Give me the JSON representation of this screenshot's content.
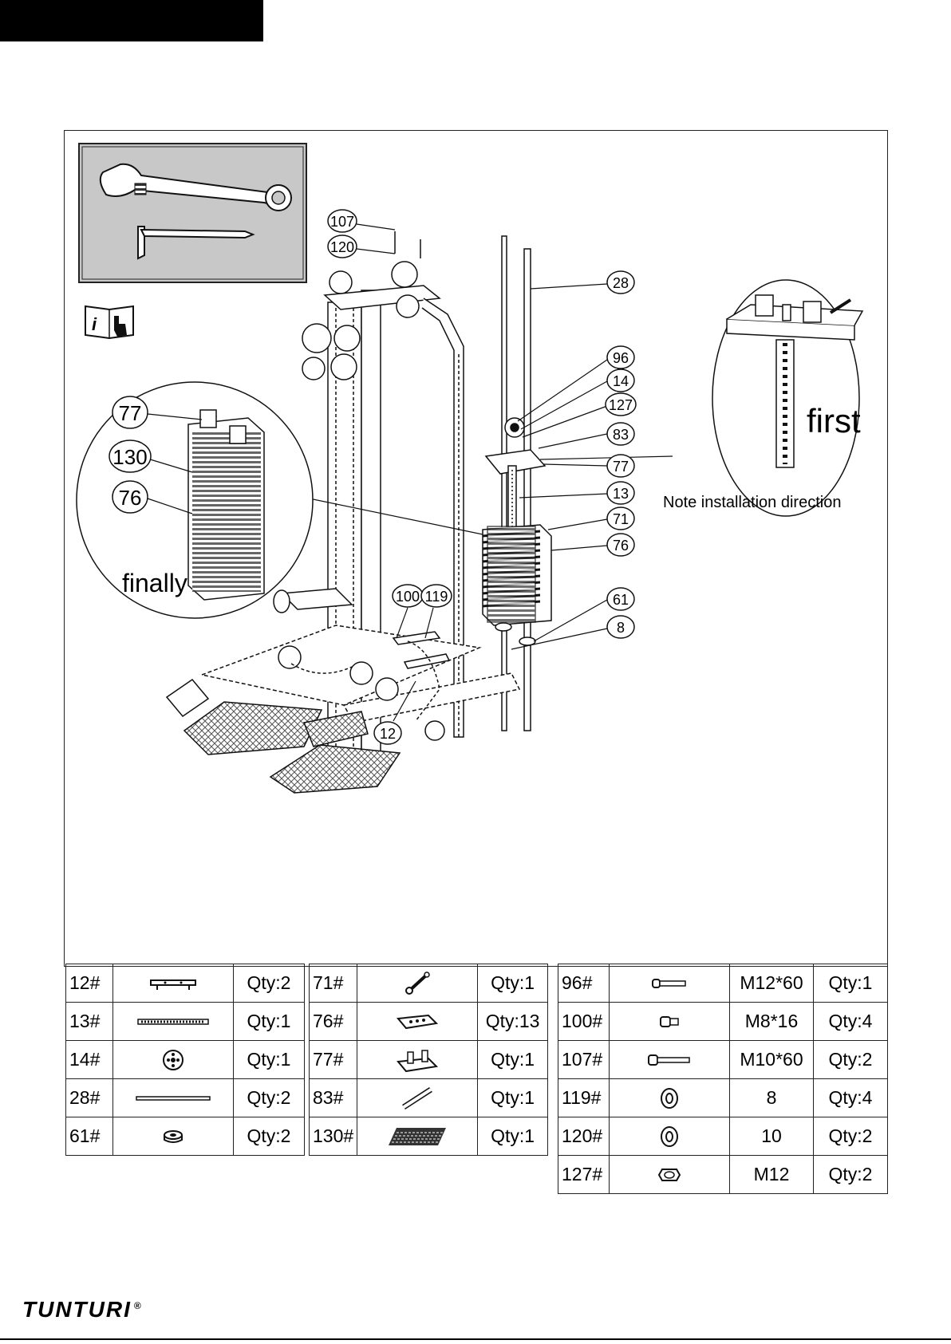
{
  "diagram": {
    "callouts": [
      "107",
      "120",
      "28",
      "96",
      "14",
      "127",
      "83",
      "77",
      "13",
      "71",
      "76",
      "61",
      "8",
      "100",
      "119",
      "12"
    ],
    "inset_left": {
      "callouts": [
        "77",
        "130",
        "76"
      ],
      "caption": "finally"
    },
    "inset_right": {
      "caption": "first"
    },
    "note": "Note installation direction"
  },
  "tables": {
    "left": [
      {
        "code": "12#",
        "icon": "bracket-icon",
        "qty": "Qty:2"
      },
      {
        "code": "13#",
        "icon": "selector-rod-icon",
        "qty": "Qty:1"
      },
      {
        "code": "14#",
        "icon": "pulley-icon",
        "qty": "Qty:1"
      },
      {
        "code": "28#",
        "icon": "guide-rod-icon",
        "qty": "Qty:2"
      },
      {
        "code": "61#",
        "icon": "rubber-bumper-icon",
        "qty": "Qty:2"
      }
    ],
    "middle": [
      {
        "code": "71#",
        "icon": "weight-pin-icon",
        "qty": "Qty:1"
      },
      {
        "code": "76#",
        "icon": "weight-plate-icon",
        "qty": "Qty:13"
      },
      {
        "code": "77#",
        "icon": "top-plate-icon",
        "qty": "Qty:1"
      },
      {
        "code": "83#",
        "icon": "pin-icon",
        "qty": "Qty:1"
      },
      {
        "code": "130#",
        "icon": "weight-stack-icon",
        "qty": "Qty:1"
      }
    ],
    "right": [
      {
        "code": "96#",
        "icon": "bolt-icon",
        "spec": "M12*60",
        "qty": "Qty:1"
      },
      {
        "code": "100#",
        "icon": "short-bolt-icon",
        "spec": "M8*16",
        "qty": "Qty:4"
      },
      {
        "code": "107#",
        "icon": "bolt-icon",
        "spec": "M10*60",
        "qty": "Qty:2"
      },
      {
        "code": "119#",
        "icon": "washer-icon",
        "spec": "8",
        "qty": "Qty:4"
      },
      {
        "code": "120#",
        "icon": "washer-icon",
        "spec": "10",
        "qty": "Qty:2"
      },
      {
        "code": "127#",
        "icon": "nut-icon",
        "spec": "M12",
        "qty": "Qty:2"
      }
    ]
  },
  "footer": {
    "brand": "TUNTURI",
    "registered": "®"
  }
}
